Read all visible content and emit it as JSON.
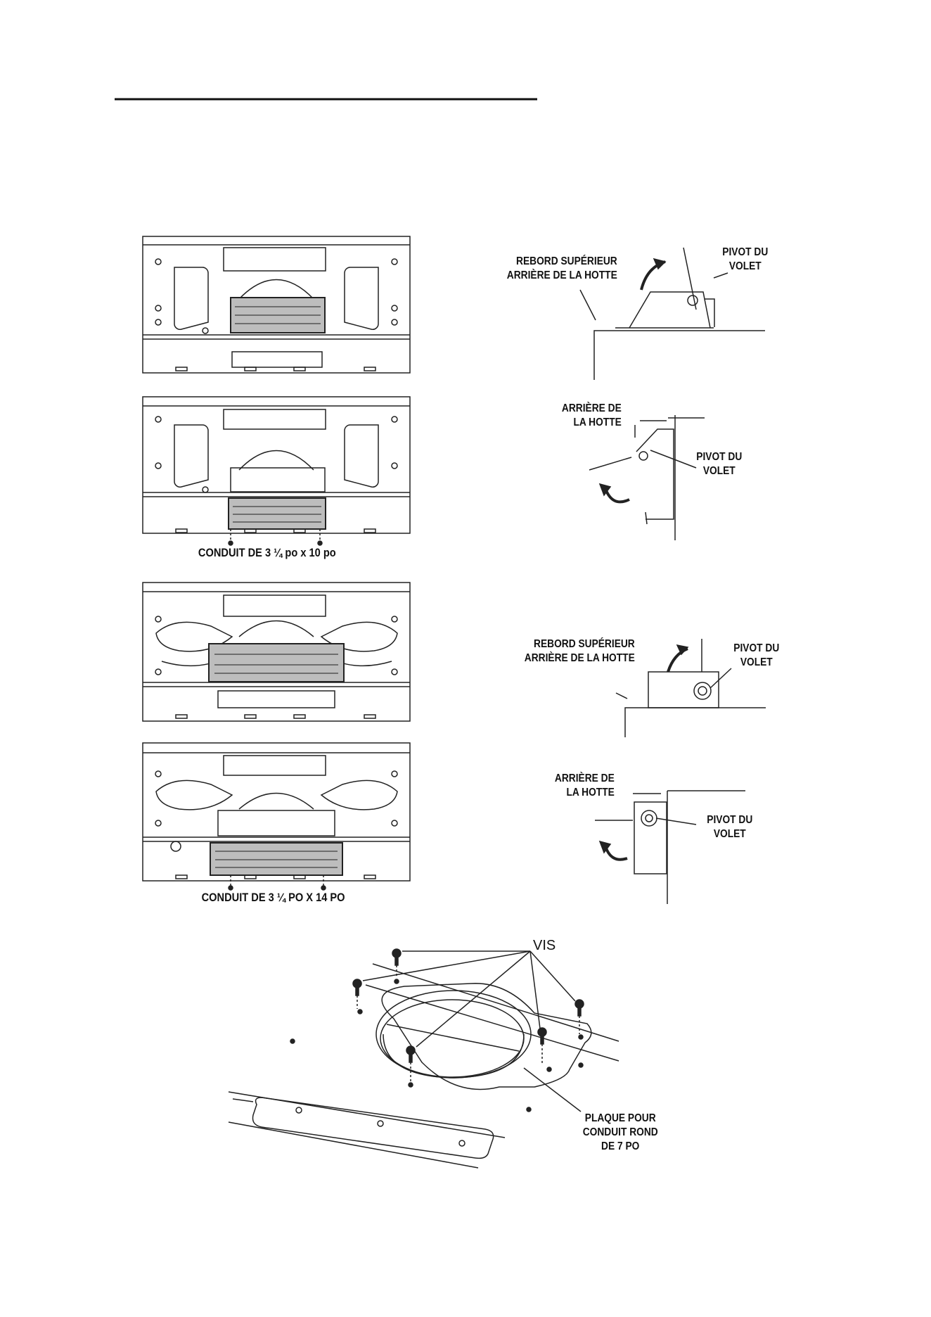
{
  "labels": {
    "rebord_1": [
      "REBORD SUPÉRIEUR",
      "ARRIÈRE DE LA HOTTE"
    ],
    "pivot_1": [
      "PIVOT DU",
      "VOLET"
    ],
    "arriere_2": [
      "ARRIÈRE DE",
      "LA HOTTE"
    ],
    "pivot_2": [
      "PIVOT DU",
      "VOLET"
    ],
    "conduit_10": "CONDUIT DE 3 ¼ po x 10 po",
    "rebord_3": [
      "REBORD SUPÉRIEUR",
      "ARRIÈRE DE LA HOTTE"
    ],
    "pivot_3": [
      "PIVOT DU",
      "VOLET"
    ],
    "arriere_4": [
      "ARRIÈRE DE",
      "LA HOTTE"
    ],
    "pivot_4": [
      "PIVOT DU",
      "VOLET"
    ],
    "conduit_14": "CONDUIT DE 3 ¼ PO X 14 PO",
    "vis": "VIS",
    "plaque": [
      "PLAQUE POUR",
      "CONDUIT ROND",
      "DE 7 PO"
    ]
  },
  "colors": {
    "line": "#222222",
    "damper_fill": "#bdbdbd",
    "damper_dark": "#7a7a7a"
  }
}
